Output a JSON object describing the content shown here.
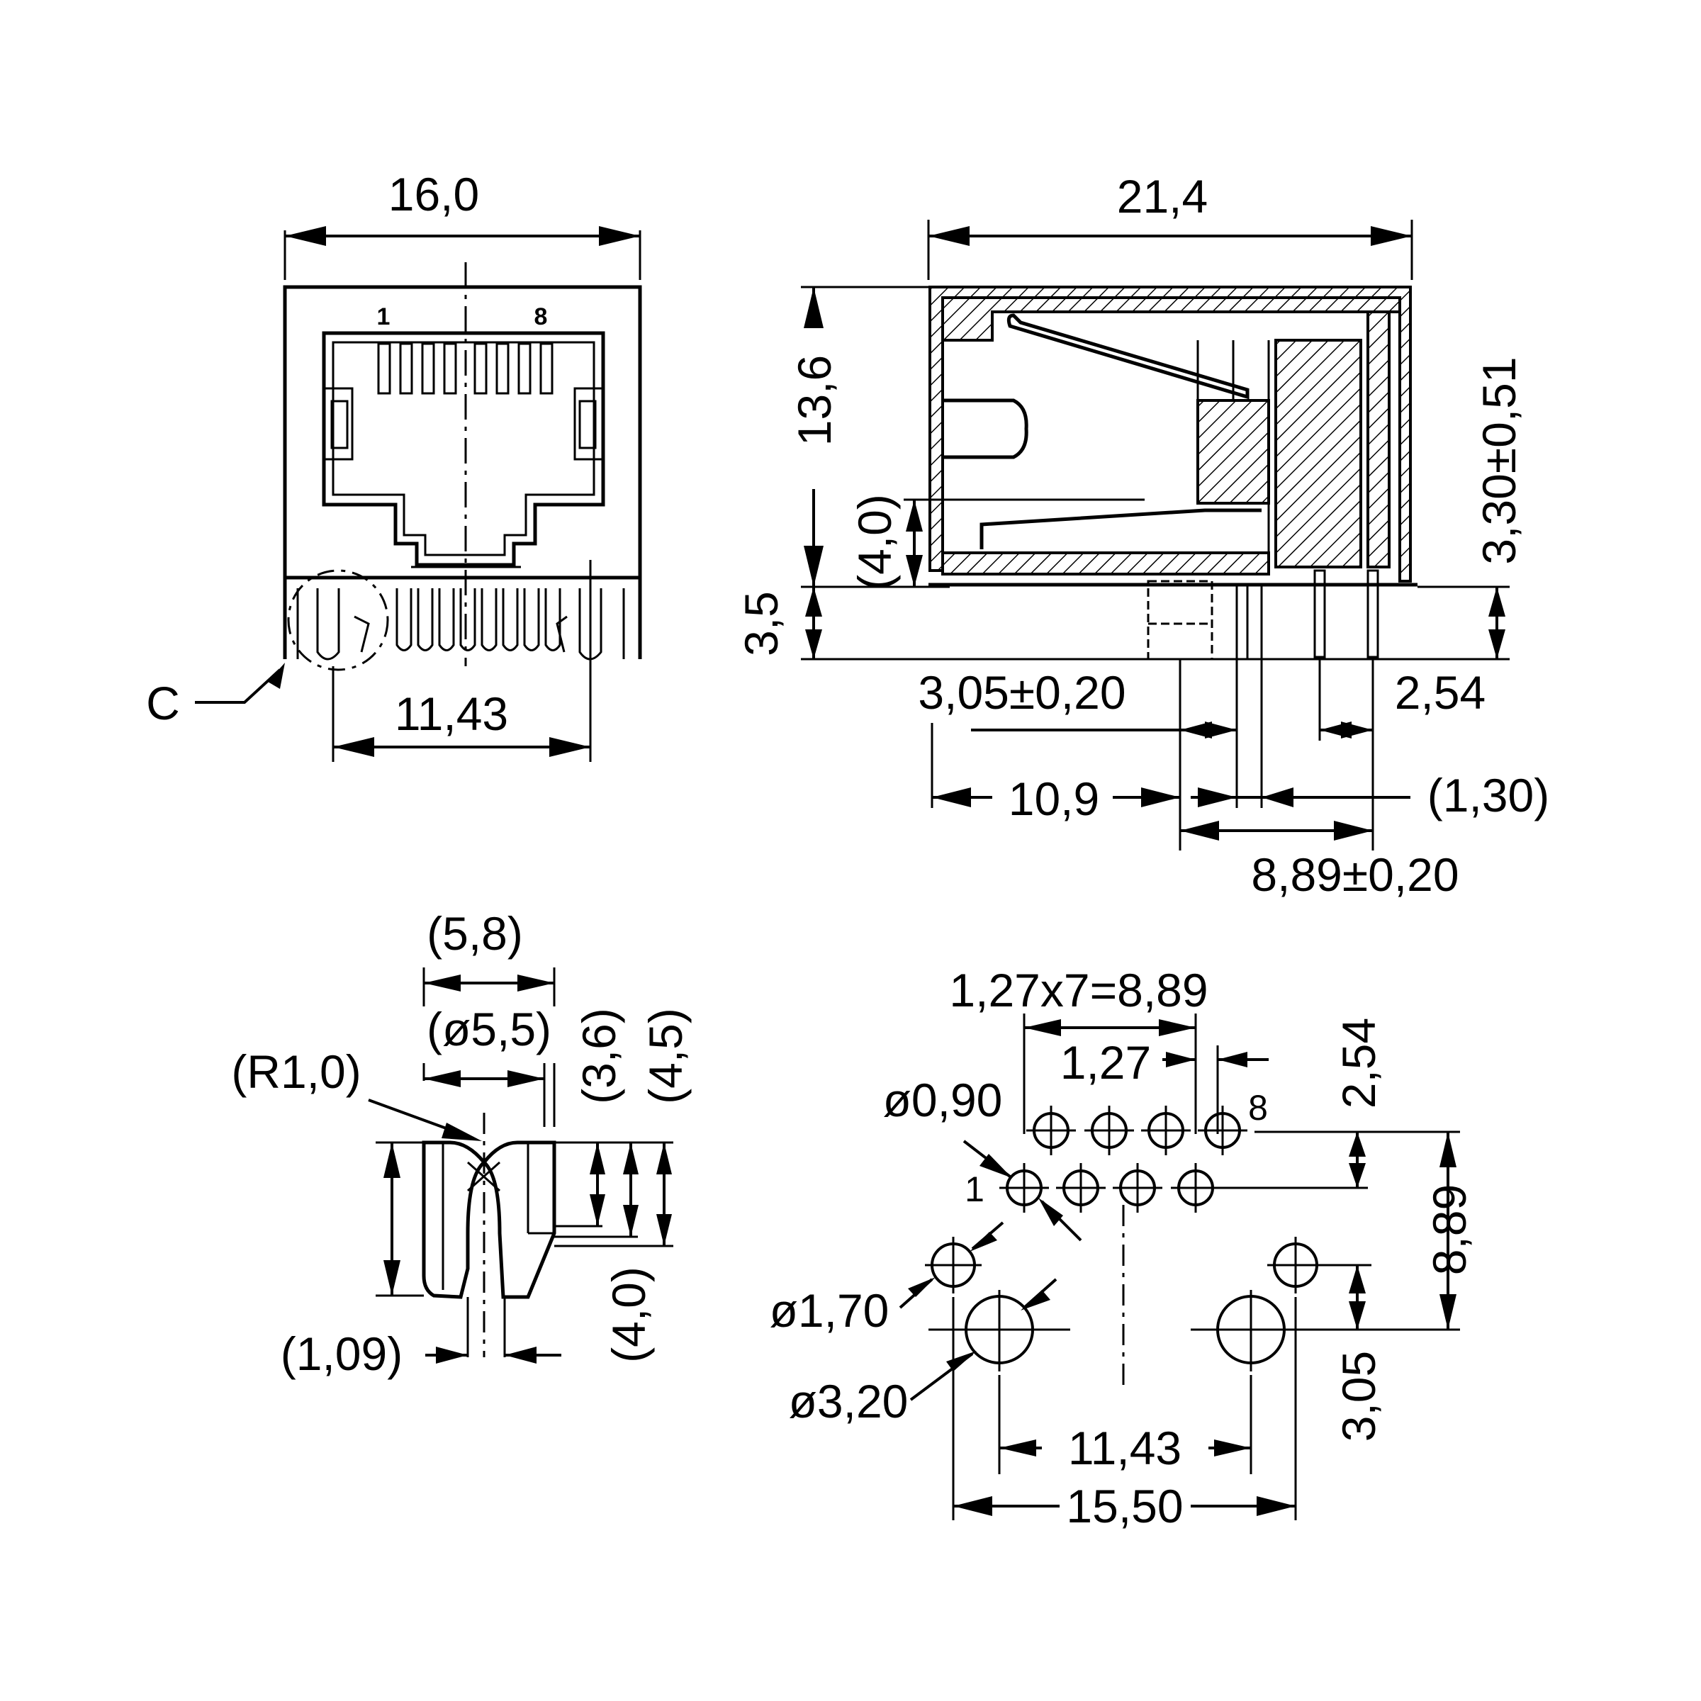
{
  "front_view": {
    "width": "16,0",
    "pin_1": "1",
    "pin_8": "8",
    "pin_spacing": "11,43",
    "detail_label": "C"
  },
  "side_view": {
    "length": "21,4",
    "height": "13,6",
    "inner_height": "(4,0)",
    "pin_length": "3,5",
    "led_height": "3,30±0,51",
    "offset_a": "3,05±0,20",
    "pitch": "2,54",
    "offset_b": "10,9",
    "offset_c": "(1,30)",
    "offset_d": "8,89±0,20"
  },
  "detail_view": {
    "width": "(5,8)",
    "diameter": "(ø5,5)",
    "radius": "(R1,0)",
    "h1": "(3,6)",
    "h2": "(4,5)",
    "h3": "(4,0)",
    "slot": "(1,09)"
  },
  "footprint": {
    "pitch_total": "1,27x7=8,89",
    "pitch": "1,27",
    "pin_hole": "ø0,90",
    "pin_8": "8",
    "pin_1": "1",
    "row_spacing": "2,54",
    "led_hole": "ø1,70",
    "post_hole": "ø3,20",
    "post_spacing": "11,43",
    "led_spacing": "15,50",
    "height_a": "8,89",
    "height_b": "3,05"
  }
}
